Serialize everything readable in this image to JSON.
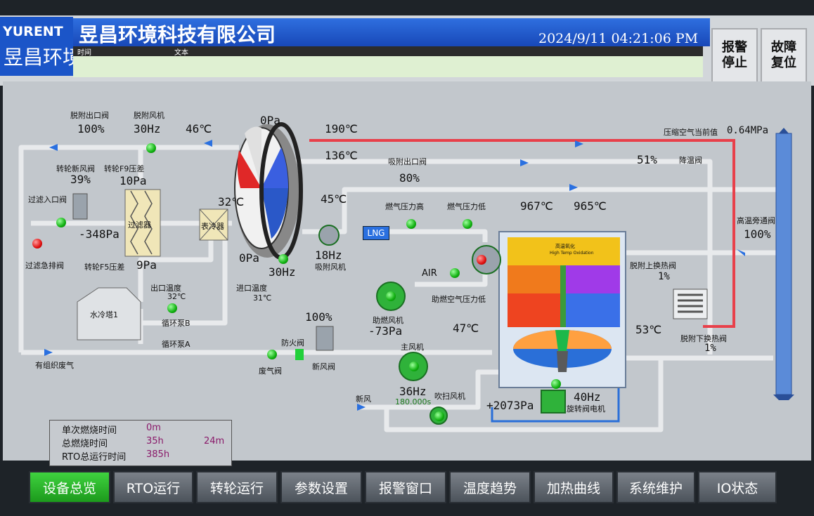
{
  "header": {
    "logo_text": "YURENT",
    "logo_cn": "昱昌环境",
    "company": "昱昌环境科技有限公司",
    "datetime": "2024/9/11 04:21:06 PM",
    "msg_col_time": "时间",
    "msg_col_text": "文本",
    "btn_alarm_stop": "报警\n停止",
    "btn_fault_reset": "故障\n复位"
  },
  "labels": {
    "desorb_outlet_valve": "脱附出口阀",
    "desorb_outlet_valve_val": "100%",
    "desorb_fan": "脱附风机",
    "desorb_fan_val": "30Hz",
    "t46": "46℃",
    "p0top": "0Pa",
    "t190": "190℃",
    "t136": "136℃",
    "comp_air": "压缩空气当前值",
    "comp_air_val": "0.64MPa",
    "wheel_fresh_valve": "转轮新风阀",
    "wheel_fresh_valve_val": "39%",
    "wheel_f9": "转轮F9压差",
    "wheel_f9_val": "10Pa",
    "filter_inlet": "过滤入口阀",
    "filter_label": "过滤器",
    "p_348": "-348Pa",
    "filter_emergency": "过滤急排阀",
    "wheel_f5": "转轮F5压差",
    "wheel_f5_val": "9Pa",
    "t32a": "32℃",
    "surface_cooler": "表冷器",
    "p0b": "0Pa",
    "hz30": "30Hz",
    "ads_fan_hz": "18Hz",
    "ads_fan": "吸附风机",
    "ads_outlet": "吸附出口阀",
    "ads_outlet_val": "80%",
    "t45": "45℃",
    "gas_high": "燃气压力高",
    "gas_low": "燃气压力低",
    "lng": "LNG",
    "t967": "967℃",
    "t965": "965℃",
    "pct51": "51%",
    "cool_valve": "降温阀",
    "high_bypass": "高温旁通阀",
    "high_bypass_val": "100%",
    "desorb_up_hx": "脱附上换热阀",
    "desorb_up_hx_val": "1%",
    "desorb_low_hx": "脱附下换热阀",
    "desorb_low_hx_val": "1%",
    "outlet_temp": "出口温度",
    "outlet_temp_val": "32℃",
    "inlet_temp": "进口温度",
    "inlet_temp_val": "31℃",
    "cooling_tower": "水冷塔1",
    "pump_b": "循环泵B",
    "pump_a": "循环泵A",
    "air": "AIR",
    "comb_air_low": "助燃空气压力低",
    "comb_fan": "助燃风机",
    "comb_fan_val": "-73Pa",
    "pct100": "100%",
    "fire_valve": "防火阀",
    "t47": "47℃",
    "t53": "53℃",
    "organized_gas": "有组织废气",
    "waste_valve": "废气阀",
    "fresh_valve": "新风阀",
    "main_fan": "主风机",
    "main_fan_hz": "36Hz",
    "main_fan_time": "180.000s",
    "fresh_air": "新风",
    "purge_fan": "吹扫风机",
    "p2073": "+2073Pa",
    "rot_motor_hz": "40Hz",
    "rot_motor": "旋转阀电机",
    "rto_top": "高温氧化",
    "rto_top_en": "High Temp Oxidation"
  },
  "info": {
    "single_burn": "单次燃烧时间",
    "single_burn_val": "0m",
    "total_burn": "总燃烧时间",
    "total_burn_h": "35h",
    "total_burn_m": "24m",
    "rto_total": "RTO总运行时间",
    "rto_total_val": "385h"
  },
  "nav": [
    "设备总览",
    "RTO运行",
    "转轮运行",
    "参数设置",
    "报警窗口",
    "温度趋势",
    "加热曲线",
    "系统维护",
    "IO状态"
  ],
  "colors": {
    "accent": "#1b55c8",
    "active_nav": "#22b322",
    "pipe": "#e8eaec",
    "hot_pipe": "#e8404a"
  }
}
